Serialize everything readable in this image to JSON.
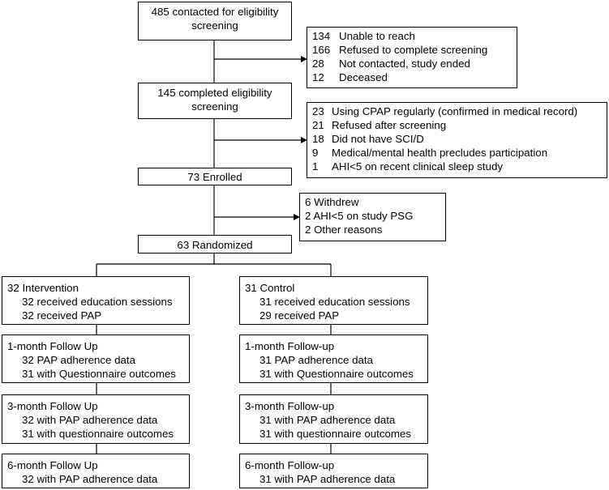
{
  "screening": {
    "contacted": "485 contacted for eligibility screening",
    "exclusions": [
      {
        "n": "134",
        "text": "Unable to reach"
      },
      {
        "n": "166",
        "text": "Refused to complete screening"
      },
      {
        "n": "28",
        "text": "Not contacted, study ended"
      },
      {
        "n": "12",
        "text": "Deceased"
      }
    ]
  },
  "eligibility": {
    "completed": "145 completed eligibility screening",
    "exclusions": [
      {
        "n": "23",
        "text": "Using CPAP regularly (confirmed in medical record)"
      },
      {
        "n": "21",
        "text": "Refused after screening"
      },
      {
        "n": "18",
        "text": "Did not have SCI/D"
      },
      {
        "n": "9",
        "text": "Medical/mental health precludes participation"
      },
      {
        "n": "1",
        "text": "AHI<5 on recent clinical sleep study"
      }
    ]
  },
  "enrollment": {
    "enrolled": "73 Enrolled",
    "exclusions": [
      "6 Withdrew",
      "2 AHI<5 on study PSG",
      "2 Other reasons"
    ],
    "randomized": "63 Randomized"
  },
  "arms": {
    "intervention": {
      "allocation": {
        "title": "32 Intervention",
        "items": [
          "32 received education sessions",
          "32 received PAP"
        ]
      },
      "month1": {
        "title": "1-month Follow Up",
        "items": [
          "32 PAP adherence data",
          "31 with Questionnaire outcomes"
        ]
      },
      "month3": {
        "title": "3-month Follow Up",
        "items": [
          "32 with PAP adherence data",
          "31 with questionnaire outcomes"
        ]
      },
      "month6": {
        "title": "6-month Follow Up",
        "items": [
          "32 with PAP adherence data"
        ]
      }
    },
    "control": {
      "allocation": {
        "title": "31 Control",
        "items": [
          "31 received education sessions",
          "29 received PAP"
        ]
      },
      "month1": {
        "title": "1-month Follow-up",
        "items": [
          "31 PAP adherence data",
          "31 with Questionnaire outcomes"
        ]
      },
      "month3": {
        "title": "3-month Follow-up",
        "items": [
          "31 with PAP adherence data",
          "31 with questionnaire outcomes"
        ]
      },
      "month6": {
        "title": "6-month Follow-up",
        "items": [
          "31 with PAP adherence data"
        ]
      }
    }
  }
}
